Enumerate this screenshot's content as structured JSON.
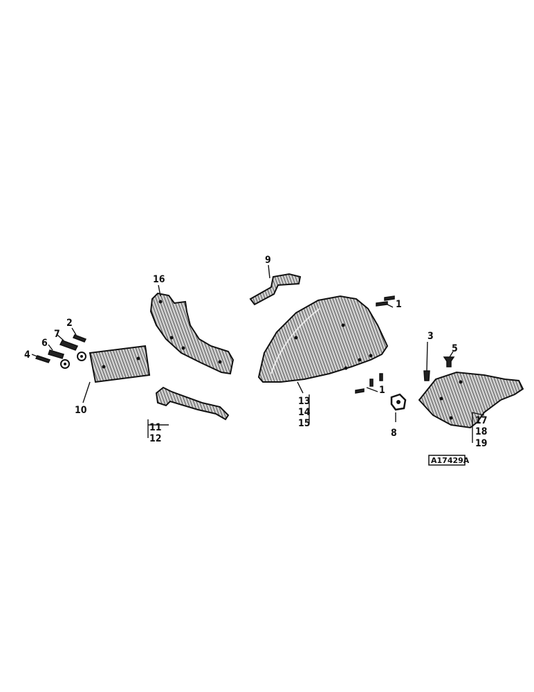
{
  "callouts": {
    "c1a": "1",
    "c1b": "1",
    "c2": "2",
    "c3": "3",
    "c4": "4",
    "c5": "5",
    "c6": "6",
    "c7": "7",
    "c8": "8",
    "c9": "9",
    "c10": "10",
    "c11": "11",
    "c12": "12",
    "c13": "13",
    "c14": "14",
    "c15": "15",
    "c16": "16",
    "c17": "17",
    "c18": "18",
    "c19": "19"
  },
  "reference": "A17429A"
}
